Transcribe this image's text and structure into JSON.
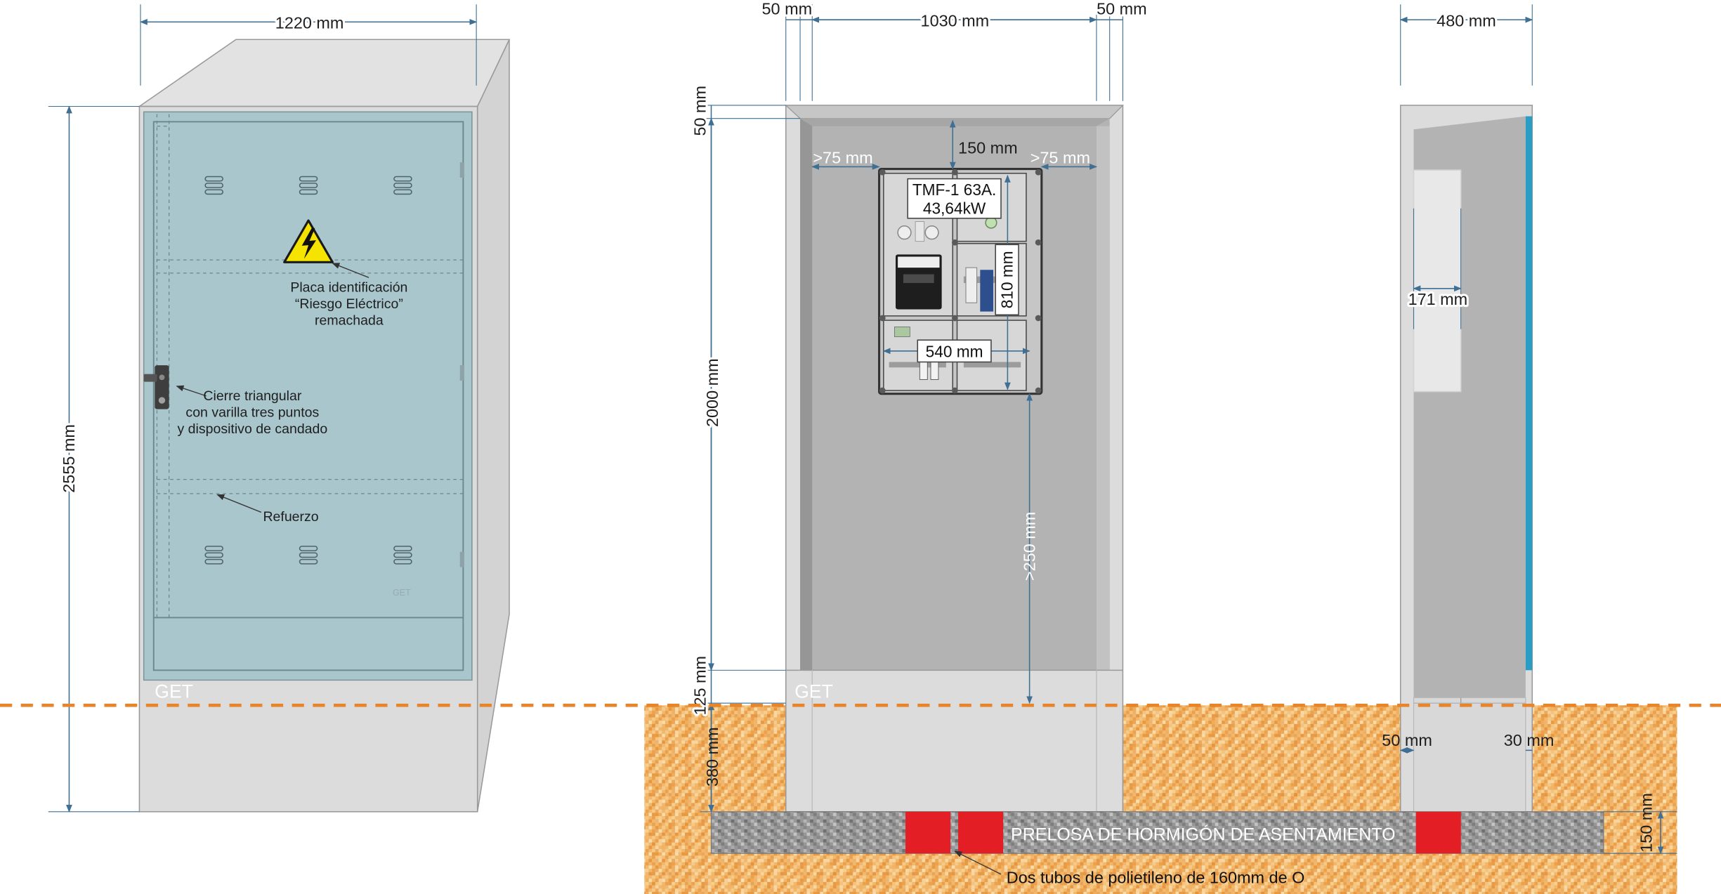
{
  "front_view": {
    "width_dim": "1220 mm",
    "height_dim": "2555 mm",
    "warning_label": [
      "Placa identificación",
      "“Riesgo Eléctrico”",
      "remachada"
    ],
    "lock_label": [
      "Cierre triangular",
      "con varilla tres puntos",
      "y dispositivo de candado"
    ],
    "reinforcement_label": "Refuerzo",
    "brand": "GET",
    "door_mark": "GET",
    "warning_icon": "high-voltage-warning-icon"
  },
  "open_view": {
    "top_left_dim": "50 mm",
    "top_width_dim": "1030 mm",
    "top_right_dim": "50 mm",
    "top_wall_dim": "50 mm",
    "top_clearance_dim": "150 mm",
    "left_clearance_dim": ">75 mm",
    "right_clearance_dim": ">75 mm",
    "panel_label": [
      "TMF-1 63A.",
      "43,64kW"
    ],
    "panel_height_dim": "810 mm",
    "panel_width_dim": "540 mm",
    "inner_height_dim": "2000 mm",
    "bottom_clearance_dim": ">250 mm",
    "plinth_dim": "125 mm",
    "buried_dim": "380 mm",
    "brand": "GET"
  },
  "side_view": {
    "depth_dim": "480 mm",
    "panel_depth_dim": "171 mm",
    "front_wall_dim": "50 mm",
    "back_wall_dim": "30 mm"
  },
  "foundation": {
    "slab_label": "PRELOSA DE HORMIGÓN DE ASENTAMIENTO",
    "slab_thickness_dim": "150 mm",
    "tubes_label": "Dos tubos de polietileno de 160mm de O"
  },
  "colors": {
    "dimension": "#3f6f93",
    "door": "#a9c6cd",
    "cabinet": "#dcdcdc",
    "cavity": "#b3b3b3",
    "ground_line": "#e8852b",
    "tubes": "#e31e24",
    "warning": "#f5e400",
    "side_strip": "#2a9dc4"
  }
}
